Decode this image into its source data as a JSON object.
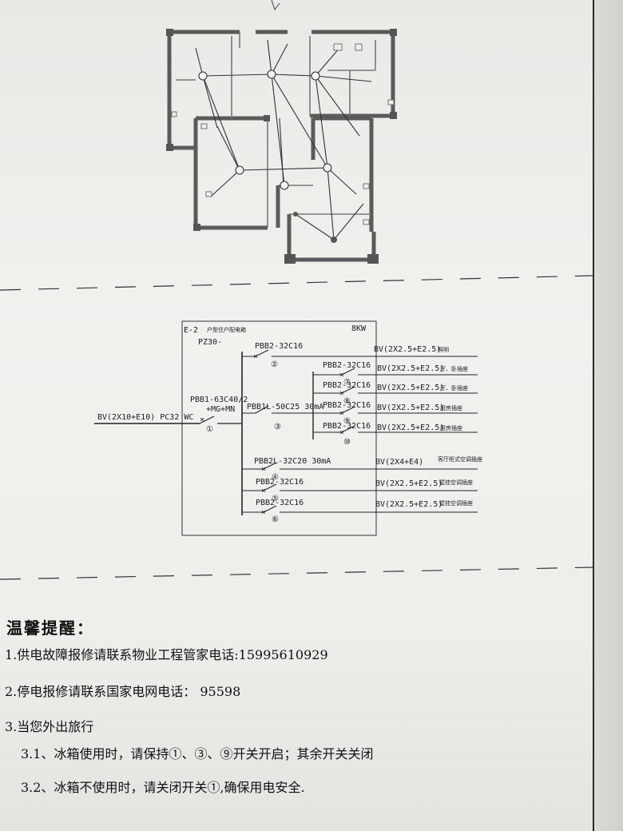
{
  "panel": {
    "id": "E-2",
    "subtitle": "户型住户配电箱",
    "model": "PZ30-",
    "power": "8KW",
    "incoming": "BV(2X10+E10) PC32 WC",
    "main_breaker_line1": "PBB1-63C40/2",
    "main_breaker_line2": "+MG+MN",
    "rcd_breaker": "PBB1L-50C25  30mA",
    "circuits": [
      {
        "breaker": "PBB2-32C16",
        "num": "②",
        "cable": "BV(2X2.5+E2.5)",
        "desc": "照明"
      },
      {
        "breaker": "PBB2-32C16",
        "num": "⑦",
        "cable": "BV(2X2.5+E2.5)",
        "desc": "厅、卧插座"
      },
      {
        "breaker": "PBB2-32C16",
        "num": "⑧",
        "cable": "BV(2X2.5+E2.5)",
        "desc": "厅、卧插座"
      },
      {
        "breaker": "PBB2-32C16",
        "num": "⑨",
        "cable": "BV(2X2.5+E2.5)",
        "desc": "厨房插座"
      },
      {
        "breaker": "PBB2-32C16",
        "num": "⑩",
        "cable": "BV(2X2.5+E2.5)",
        "desc": "厨房插座"
      },
      {
        "breaker": "PBB2L-32C20  30mA",
        "num": "④",
        "cable": "BV(2X4+E4)",
        "desc": "客厅柜式空调插座"
      },
      {
        "breaker": "PBB2-32C16",
        "num": "⑤",
        "cable": "BV(2X2.5+E2.5)",
        "desc": "壁挂空调插座"
      },
      {
        "breaker": "PBB2-32C16",
        "num": "⑥",
        "cable": "BV(2X2.5+E2.5)",
        "desc": "壁挂空调插座"
      }
    ],
    "main_num": "①",
    "rcd_num": "③"
  },
  "reminder": {
    "title": "温馨提醒：",
    "lines": [
      "1.供电故障报修请联系物业工程管家电话:15995610929",
      "2.停电报修请联系国家电网电话：  95598",
      "3.当您外出旅行",
      "3.1、冰箱使用时，请保持①、③、⑨开关开启；其余开关关闭",
      "3.2、冰箱不使用时，请关闭开关①,确保用电安全."
    ]
  }
}
